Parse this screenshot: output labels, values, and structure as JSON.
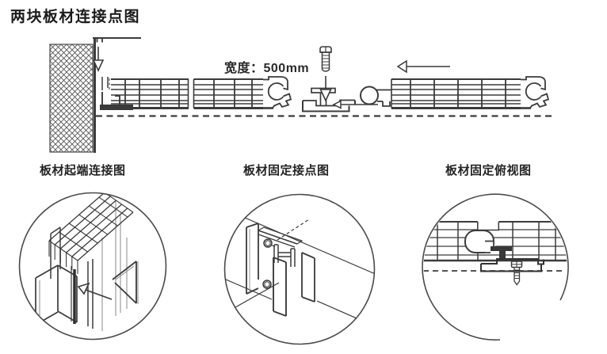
{
  "page": {
    "title": "两块板材连接点图"
  },
  "main_view": {
    "width_label": "宽度：500mm",
    "icons": [
      "wall-crosshatch",
      "top-edge-line",
      "down-arrow-icon",
      "start-trim-channel",
      "panel-left",
      "panel-hook-socket",
      "tee-clip-bracket",
      "screw-icon",
      "insert-arrow-icon",
      "slide-arrow-icon",
      "panel-right",
      "panel-hook-lobe",
      "ground-dashed-line"
    ]
  },
  "details": [
    {
      "caption": "板材起端连接图",
      "view": "isometric-start-edge-connection"
    },
    {
      "caption": "板材固定接点图",
      "view": "isometric-fixing-clip-joint"
    },
    {
      "caption": "板材固定俯视图",
      "view": "top-view-fixing-joint"
    }
  ],
  "colors": {
    "line": "#3b3b3b",
    "dark_fill": "#333333",
    "text": "#1c1c1c",
    "background": "#ffffff"
  }
}
